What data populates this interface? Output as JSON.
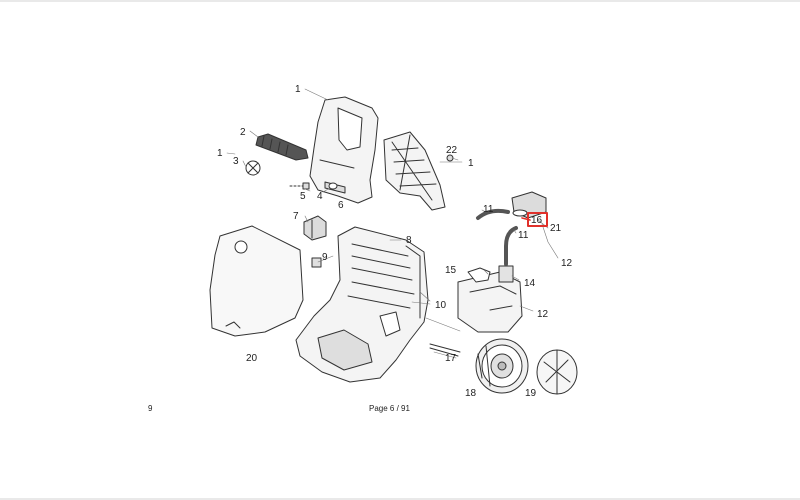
{
  "document": {
    "footer_left": "9",
    "page_label": "Page 6 / 91"
  },
  "highlight_color": "#e0302a",
  "callouts": {
    "c1a": "1",
    "c1b": "1",
    "c1c": "1",
    "c2": "2",
    "c3": "3",
    "c4": "4",
    "c5": "5",
    "c6": "6",
    "c7": "7",
    "c8": "8",
    "c9": "9",
    "c10": "10",
    "c11a": "11",
    "c11b": "11",
    "c12a": "12",
    "c12b": "12",
    "c14": "14",
    "c15": "15",
    "c16": "16",
    "c17": "17",
    "c18": "18",
    "c19": "19",
    "c20": "20",
    "c21": "21",
    "c22": "22"
  }
}
